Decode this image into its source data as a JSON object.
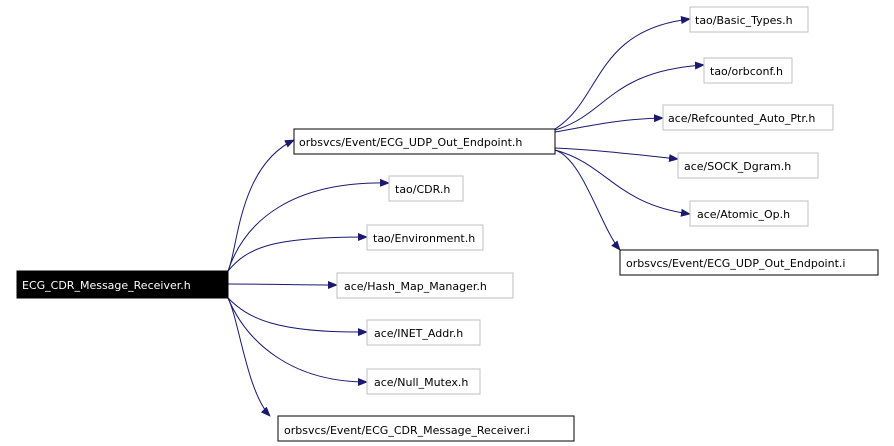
{
  "colors": {
    "edge": "#191970",
    "arrowhead": "#191970",
    "header_border": "#bfbfbf",
    "header_fill": "#ffffff",
    "impl_border": "#000000",
    "root_fill": "#000000",
    "root_text": "#ffffff",
    "text": "#000000"
  },
  "graph": {
    "root": "ECG_CDR_Message_Receiver.h",
    "nodes": [
      "orbsvcs/Event/ECG_UDP_Out_Endpoint.h",
      "tao/Basic_Types.h",
      "tao/orbconf.h",
      "ace/Refcounted_Auto_Ptr.h",
      "ace/SOCK_Dgram.h",
      "ace/Atomic_Op.h",
      "orbsvcs/Event/ECG_UDP_Out_Endpoint.i",
      "tao/CDR.h",
      "tao/Environment.h",
      "ace/Hash_Map_Manager.h",
      "ace/INET_Addr.h",
      "ace/Null_Mutex.h",
      "orbsvcs/Event/ECG_CDR_Message_Receiver.i"
    ]
  }
}
